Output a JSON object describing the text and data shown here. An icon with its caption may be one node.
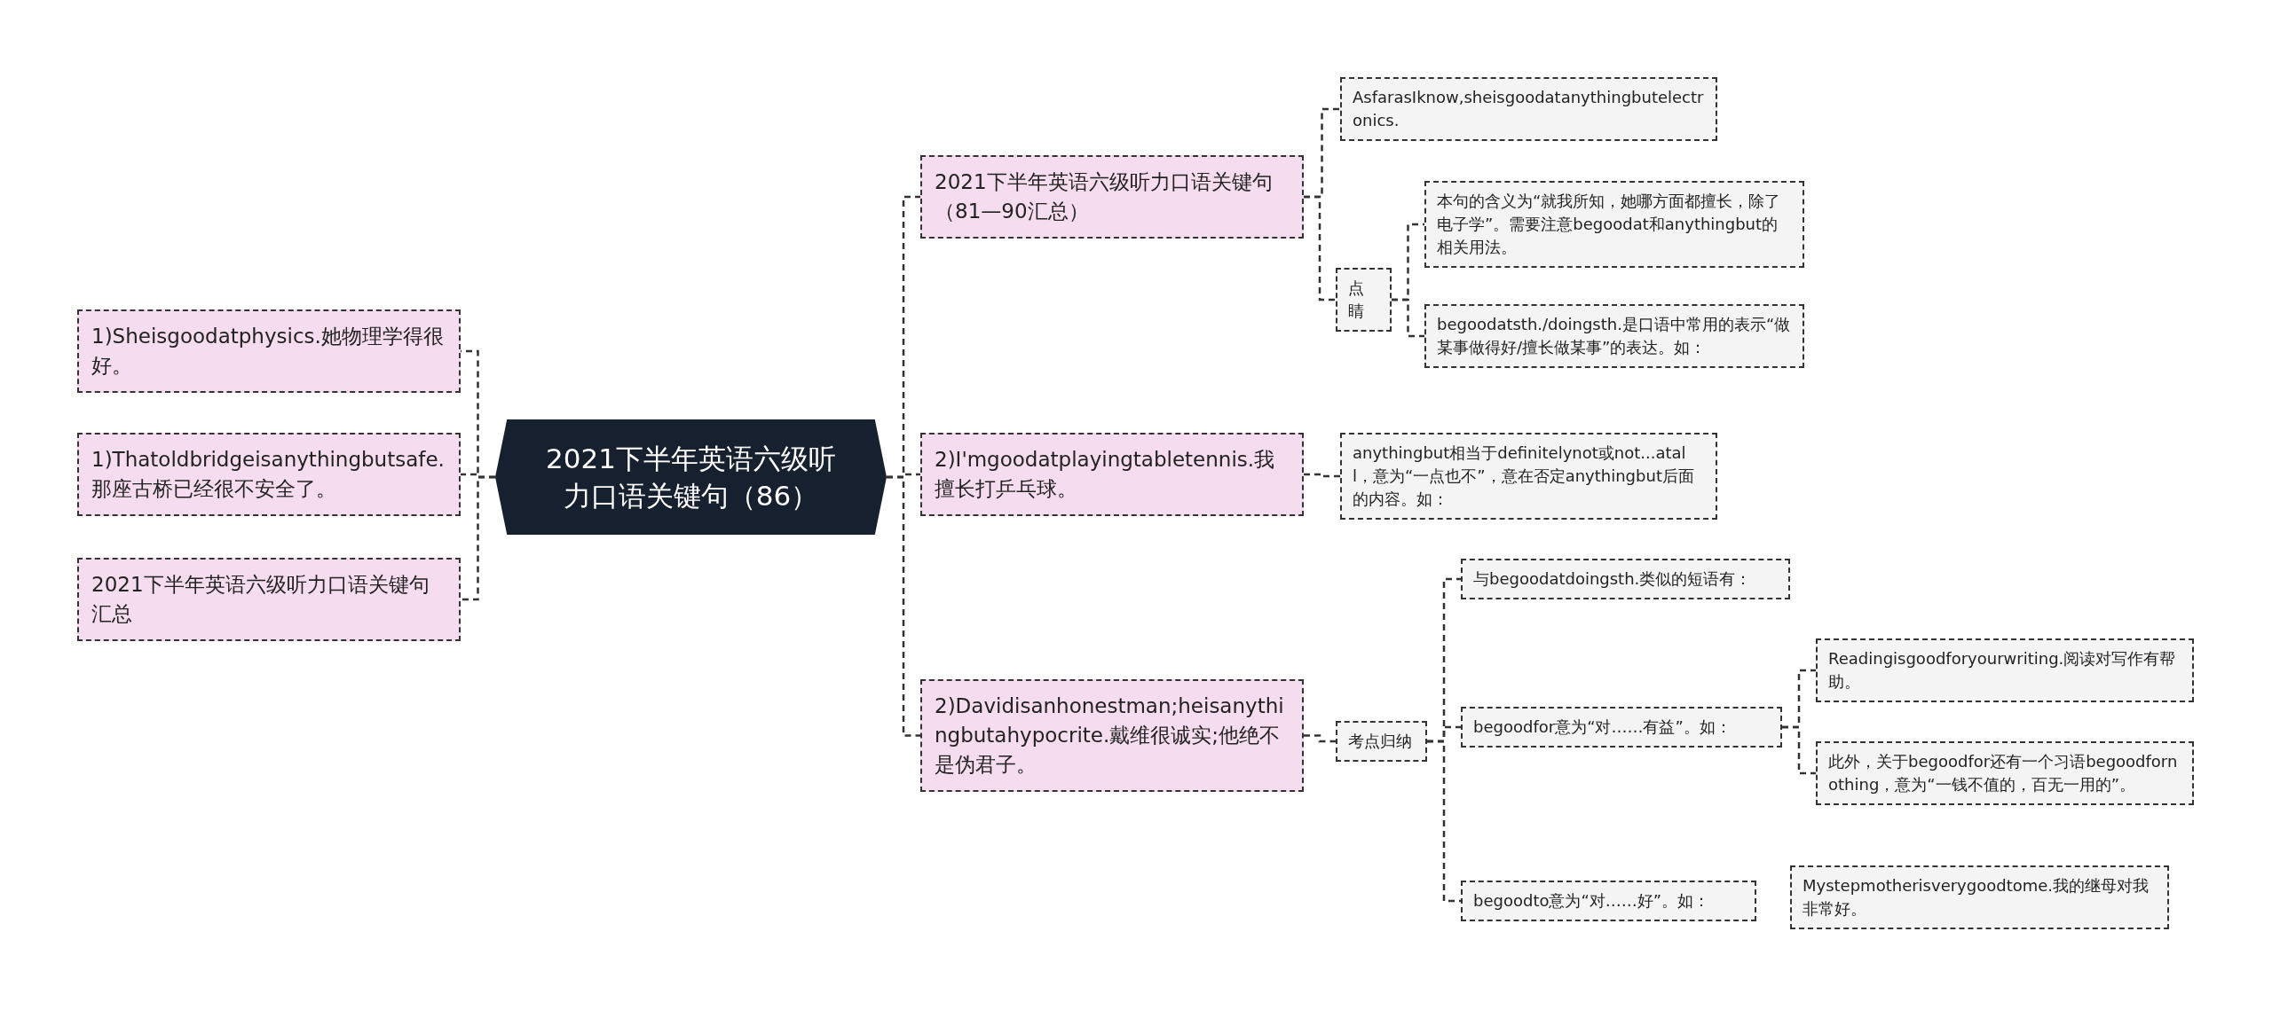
{
  "diagram": {
    "nodes": [
      {
        "text": [
          "2021下半年英语六级听力口语关键句（86）"
        ]
      },
      {
        "text": [
          "1)Sheisgoodatphysics.她物理学得很好。"
        ]
      },
      {
        "text": [
          "1)Thatoldbridgeisanythingbutsafe.那座古桥已经很不安全了。"
        ]
      },
      {
        "text": [
          "2021下半年英语六级听力口语关键句汇总"
        ]
      },
      {
        "text": [
          "2021下半年英语六级听力口语关键句（81—90汇总）"
        ]
      },
      {
        "text": [
          "AsfarasIknow,sheisgoodatanythingbutelectronics."
        ]
      },
      {
        "text": [
          "点睛"
        ]
      },
      {
        "text": [
          "本句的含义为“就我所知，她哪方面都擅长，除了电子学”。需要注意begoodat和anythingbut的相关用法。"
        ]
      },
      {
        "text": [
          "begoodatsth./doingsth.是口语中常用的表示“做某事做得好/擅长做某事”的表达。如："
        ]
      },
      {
        "text": [
          "2)I'mgoodatplayingtabletennis.我擅长打乒乓球。"
        ]
      },
      {
        "text": [
          "anythingbut相当于definitelynot或not...atall，意为“一点也不”，意在否定anythingbut后面的内容。如："
        ]
      },
      {
        "text": [
          "2)Davidisanhonestman;heisanythingbutahypocrite.戴维很诚实;他绝不是伪君子。"
        ]
      },
      {
        "text": [
          "考点归纳"
        ]
      },
      {
        "text": [
          "与begoodatdoingsth.类似的短语有："
        ]
      },
      {
        "text": [
          "begoodfor意为“对……有益”。如："
        ]
      },
      {
        "text": [
          "Readingisgoodforyourwriting.阅读对写作有帮助。"
        ]
      },
      {
        "text": [
          "此外，关于begoodfor还有一个习语begoodfornothing，意为“一钱不值的，百无一用的”。"
        ]
      },
      {
        "text": [
          "begoodto意为“对……好”。如："
        ]
      },
      {
        "text": [
          "Mystepmotherisverygoodtome.我的继母对我非常好。"
        ]
      }
    ],
    "edges": [
      {
        "from": 0,
        "to": 1,
        "arrow": "none"
      },
      {
        "from": 0,
        "to": 2,
        "arrow": "none"
      },
      {
        "from": 0,
        "to": 3,
        "arrow": "none"
      },
      {
        "from": 0,
        "to": 4,
        "arrow": "none"
      },
      {
        "from": 0,
        "to": 9,
        "arrow": "none"
      },
      {
        "from": 0,
        "to": 11,
        "arrow": "none"
      },
      {
        "from": 4,
        "to": 5,
        "arrow": "none"
      },
      {
        "from": 4,
        "to": 6,
        "arrow": "none"
      },
      {
        "from": 6,
        "to": 7,
        "arrow": "none"
      },
      {
        "from": 6,
        "to": 8,
        "arrow": "none"
      },
      {
        "from": 9,
        "to": 10,
        "arrow": "none"
      },
      {
        "from": 11,
        "to": 12,
        "arrow": "none"
      },
      {
        "from": 12,
        "to": 13,
        "arrow": "none"
      },
      {
        "from": 12,
        "to": 14,
        "arrow": "none"
      },
      {
        "from": 12,
        "to": 17,
        "arrow": "none"
      },
      {
        "from": 14,
        "to": 15,
        "arrow": "none"
      },
      {
        "from": 14,
        "to": 16,
        "arrow": "none"
      }
    ]
  }
}
